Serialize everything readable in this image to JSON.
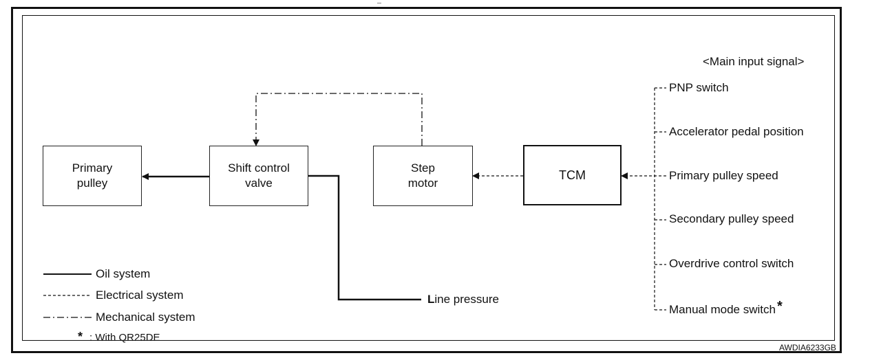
{
  "header": {
    "title": "<Main input signal>"
  },
  "boxes": {
    "primary_pulley": {
      "line1": "Primary",
      "line2": "pulley"
    },
    "shift_valve": {
      "line1": "Shift control",
      "line2": "valve"
    },
    "step_motor": {
      "line1": "Step",
      "line2": "motor"
    },
    "tcm": {
      "label": "TCM"
    }
  },
  "line_pressure": {
    "bold": "L",
    "rest": "ine pressure"
  },
  "inputs": [
    {
      "label": "PNP switch",
      "star": ""
    },
    {
      "label": "Accelerator pedal position",
      "star": ""
    },
    {
      "label": "Primary pulley speed",
      "star": ""
    },
    {
      "label": "Secondary pulley speed",
      "star": ""
    },
    {
      "label": "Overdrive control switch",
      "star": ""
    },
    {
      "label": "Manual mode switch",
      "star": "*"
    }
  ],
  "legend": {
    "oil": "Oil system",
    "electrical": "Electrical system",
    "mechanical": "Mechanical system",
    "footnote_mark": "*",
    "footnote_text": ": With QR25DE"
  },
  "code": "AWDIA6233GB"
}
